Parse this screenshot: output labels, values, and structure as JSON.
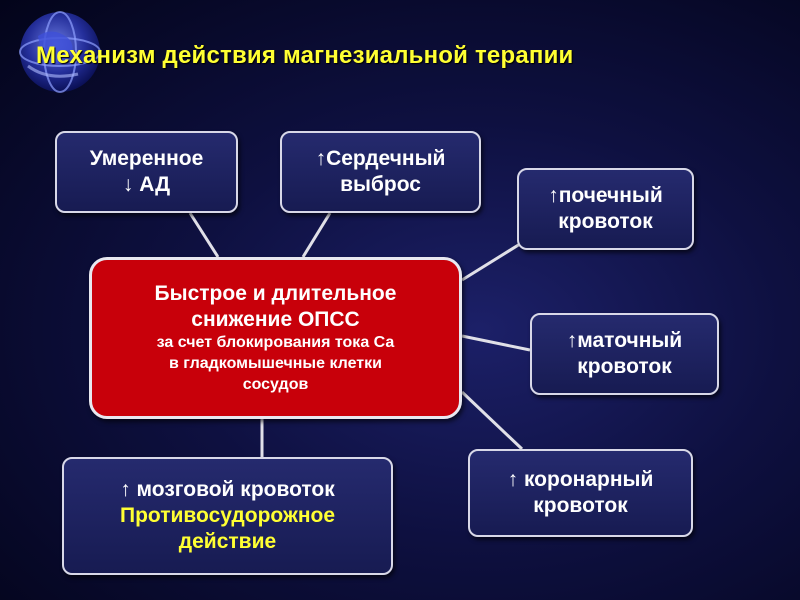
{
  "title": "Механизм действия магнезиальной терапии",
  "center": {
    "line1": "Быстрое и длительное",
    "line2": "снижение ОПСС",
    "line3": "за счет блокирования тока Са",
    "line4": "в гладкомышечные клетки",
    "line5": "сосудов"
  },
  "boxes": {
    "bp": {
      "line1": "Умеренное",
      "line2": "↓ АД"
    },
    "cardiac": {
      "line1": "↑Сердечный",
      "line2": "выброс"
    },
    "renal": {
      "line1": "↑почечный",
      "line2": "кровоток"
    },
    "uterine": {
      "line1": "↑маточный",
      "line2": "кровоток"
    },
    "coronary": {
      "line1": "↑ коронарный",
      "line2": "кровоток"
    },
    "cerebral": {
      "line1": "↑ мозговой кровоток",
      "line2": "Противосудорожное",
      "line3": "действие"
    }
  },
  "colors": {
    "title": "#ffff33",
    "center_fill": "#c8000a",
    "box_fill": "#1f2360",
    "connector": "#e0e0e8"
  }
}
